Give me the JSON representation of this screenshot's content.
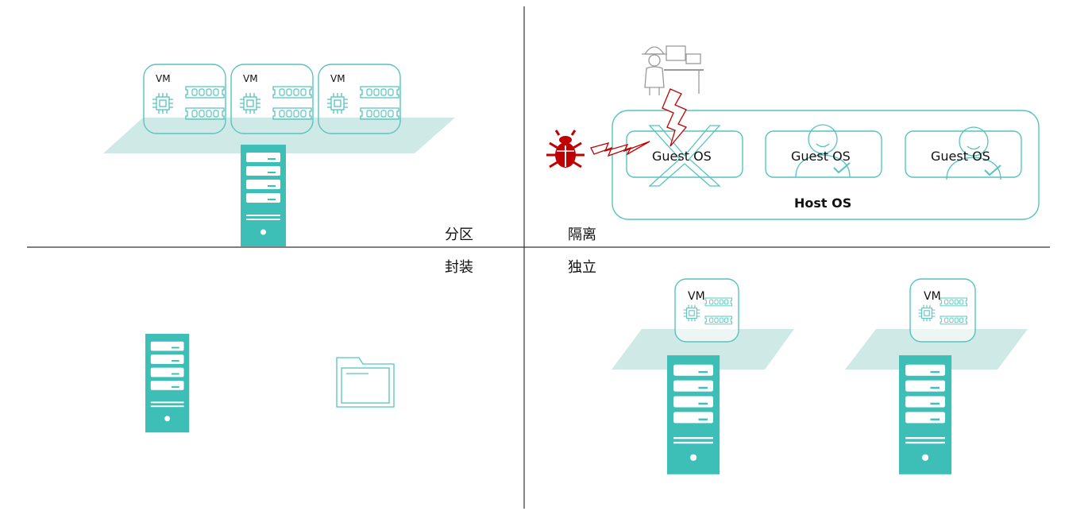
{
  "quadrants": {
    "partition": {
      "label": "分区",
      "vm_labels": [
        "VM",
        "VM",
        "VM"
      ]
    },
    "isolation": {
      "label": "隔离",
      "guests": [
        "Guest OS",
        "Guest OS",
        "Guest OS"
      ],
      "host_label": "Host OS"
    },
    "encapsulation": {
      "label": "封装"
    },
    "independence": {
      "label": "独立",
      "vm_labels": [
        "VM",
        "VM"
      ]
    }
  },
  "colors": {
    "teal": "#3dbfb8",
    "teal_outline": "#55c4bd",
    "platform": "#cfe9e7",
    "threat": "#c00000",
    "divider": "#333333",
    "person": "#9a9a9a"
  },
  "icons": [
    "vm-cpu-icon",
    "memory-stick-icon",
    "server-tower-icon",
    "folder-icon",
    "bug-icon",
    "lightning-bolt-icon",
    "hacker-at-desk-icon",
    "cross-out-icon",
    "user-check-icon"
  ]
}
